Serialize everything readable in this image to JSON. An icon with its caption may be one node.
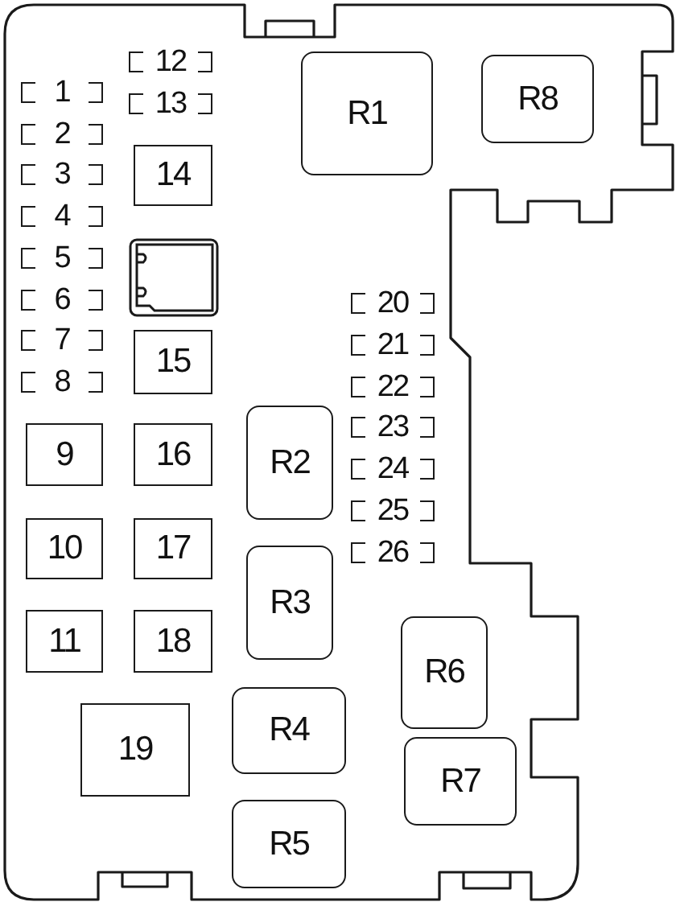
{
  "diagram": {
    "nodes": [
      {
        "text": [
          "1"
        ]
      },
      {
        "text": [
          "2"
        ]
      },
      {
        "text": [
          "3"
        ]
      },
      {
        "text": [
          "4"
        ]
      },
      {
        "text": [
          "5"
        ]
      },
      {
        "text": [
          "6"
        ]
      },
      {
        "text": [
          "7"
        ]
      },
      {
        "text": [
          "8"
        ]
      },
      {
        "text": [
          "9"
        ]
      },
      {
        "text": [
          "10"
        ]
      },
      {
        "text": [
          "11"
        ]
      },
      {
        "text": [
          "12"
        ]
      },
      {
        "text": [
          "13"
        ]
      },
      {
        "text": [
          "14"
        ]
      },
      {
        "text": [],
        "shape": "box"
      },
      {
        "text": [
          "15"
        ]
      },
      {
        "text": [
          "16"
        ]
      },
      {
        "text": [
          "17"
        ]
      },
      {
        "text": [
          "18"
        ]
      },
      {
        "text": [
          "19"
        ]
      },
      {
        "text": [
          "20"
        ]
      },
      {
        "text": [
          "21"
        ]
      },
      {
        "text": [
          "22"
        ]
      },
      {
        "text": [
          "23"
        ]
      },
      {
        "text": [
          "24"
        ]
      },
      {
        "text": [
          "25"
        ]
      },
      {
        "text": [
          "26"
        ]
      },
      {
        "text": [
          "R1"
        ]
      },
      {
        "text": [
          "R2"
        ]
      },
      {
        "text": [
          "R3"
        ]
      },
      {
        "text": [
          "R4"
        ]
      },
      {
        "text": [
          "R5"
        ]
      },
      {
        "text": [
          "R6"
        ]
      },
      {
        "text": [
          "R7"
        ]
      },
      {
        "text": [
          "R8"
        ]
      }
    ]
  }
}
